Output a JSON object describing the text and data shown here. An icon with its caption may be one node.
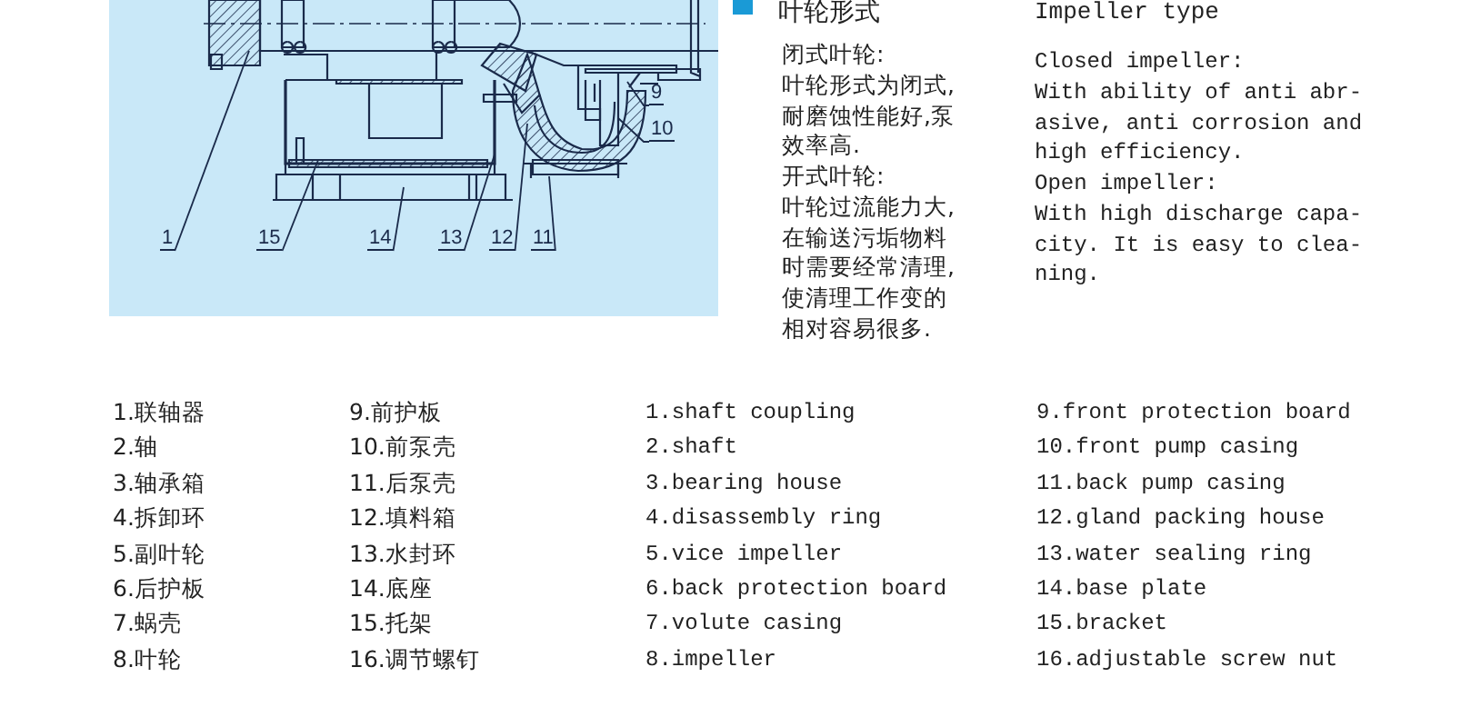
{
  "diagram": {
    "nodes": [
      {
        "text": [
          "1"
        ]
      },
      {
        "text": [
          "15"
        ]
      },
      {
        "text": [
          "14"
        ]
      },
      {
        "text": [
          "13"
        ]
      },
      {
        "text": [
          "12"
        ]
      },
      {
        "text": [
          "11"
        ]
      },
      {
        "text": [
          "9"
        ]
      },
      {
        "text": [
          "10"
        ]
      }
    ],
    "edges": [
      {
        "from": 0,
        "to": null,
        "arrow": "none"
      },
      {
        "from": 1,
        "to": null,
        "arrow": "none"
      },
      {
        "from": 2,
        "to": null,
        "arrow": "none"
      },
      {
        "from": 3,
        "to": null,
        "arrow": "none"
      },
      {
        "from": 4,
        "to": null,
        "arrow": "none"
      },
      {
        "from": 5,
        "to": null,
        "arrow": "none"
      },
      {
        "from": 6,
        "to": null,
        "arrow": "none"
      },
      {
        "from": 7,
        "to": null,
        "arrow": "none"
      }
    ],
    "labels": [
      "叶轮形式",
      "闭式叶轮:",
      "叶轮形式为闭式,耐磨蚀性能好,泵效率高.",
      "开式叶轮:",
      "叶轮过流能力大,在输送污垢物料时需要经常清理,使清理工作变的相对容易很多.",
      "Impeller type",
      "Closed impeller:",
      "With ability of anti abr- asive, anti corrosion and high efficiency.",
      "Open impeller:",
      "With high discharge capa- city. It is easy to clea- ning.",
      "1.联轴器",
      "2.轴",
      "3.轴承箱",
      "4.拆卸环",
      "5.副叶轮",
      "6.后护板",
      "7.蜗壳",
      "8.叶轮",
      "9.前护板",
      "10.前泵壳",
      "11.后泵壳",
      "12.填料箱",
      "13.水封环",
      "14.底座",
      "15.托架",
      "16.调节螺钉",
      "1.shaft coupling",
      "2.shaft",
      "3.bearing house",
      "4.disassembly ring",
      "5.vice impeller",
      "6.back protection board",
      "7.volute casing",
      "8.impeller",
      "9.front protection board",
      "10.front pump casing",
      "11.back pump casing",
      "12.gland packing house",
      "13.water sealing ring",
      "14.base plate",
      "15.bracket",
      "16.adjustable screw nut"
    ]
  }
}
